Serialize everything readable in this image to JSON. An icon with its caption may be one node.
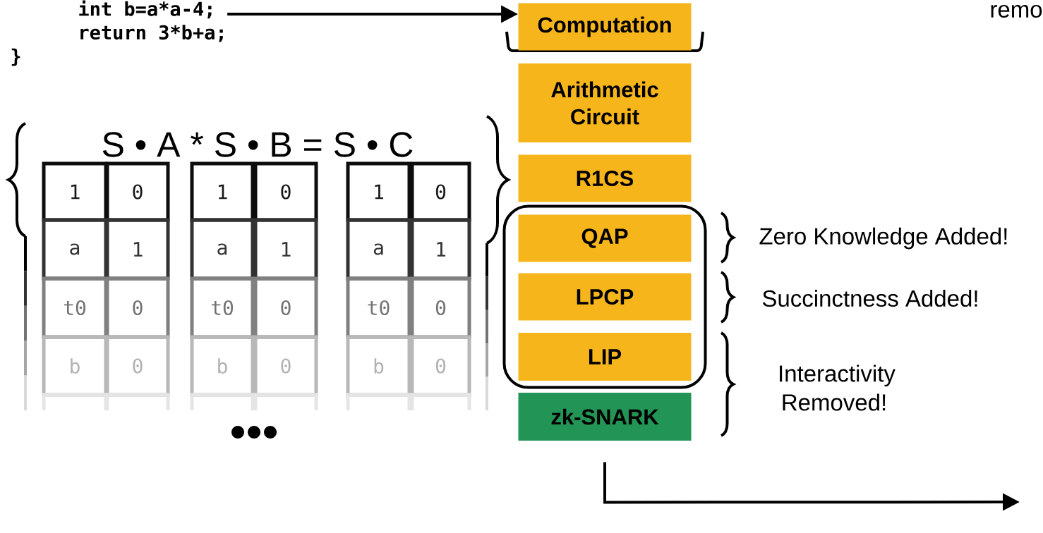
{
  "diagram": {
    "nodes": [
      {
        "text": [
          "int b=a*a-4;",
          "return 3*b+a;",
          "}"
        ]
      },
      {
        "text": [
          "Computation"
        ]
      },
      {
        "text": [
          "Arithmetic Circuit"
        ]
      },
      {
        "text": [
          "R1CS"
        ]
      },
      {
        "text": [],
        "shape": "box"
      },
      {
        "text": [
          "QAP"
        ],
        "in": 4
      },
      {
        "text": [
          "LPCP"
        ],
        "in": 4
      },
      {
        "text": [
          "LIP"
        ],
        "in": 4
      },
      {
        "text": [
          "zk-SNARK"
        ]
      }
    ],
    "edges": [
      {
        "from": 0,
        "to": 1,
        "arrow": "to"
      },
      {
        "from": 8,
        "to": null,
        "arrow": "to"
      }
    ],
    "labels": [
      "remo",
      "S • A * S • B = S • C",
      "1",
      "0",
      "1",
      "0",
      "1",
      "0",
      "a",
      "1",
      "a",
      "1",
      "a",
      "1",
      "t0",
      "0",
      "t0",
      "0",
      "t0",
      "0",
      "b",
      "0",
      "b",
      "0",
      "b",
      "0",
      "Zero Knowledge Added!",
      "Succinctness Added!",
      "Interactivity Removed!"
    ]
  }
}
